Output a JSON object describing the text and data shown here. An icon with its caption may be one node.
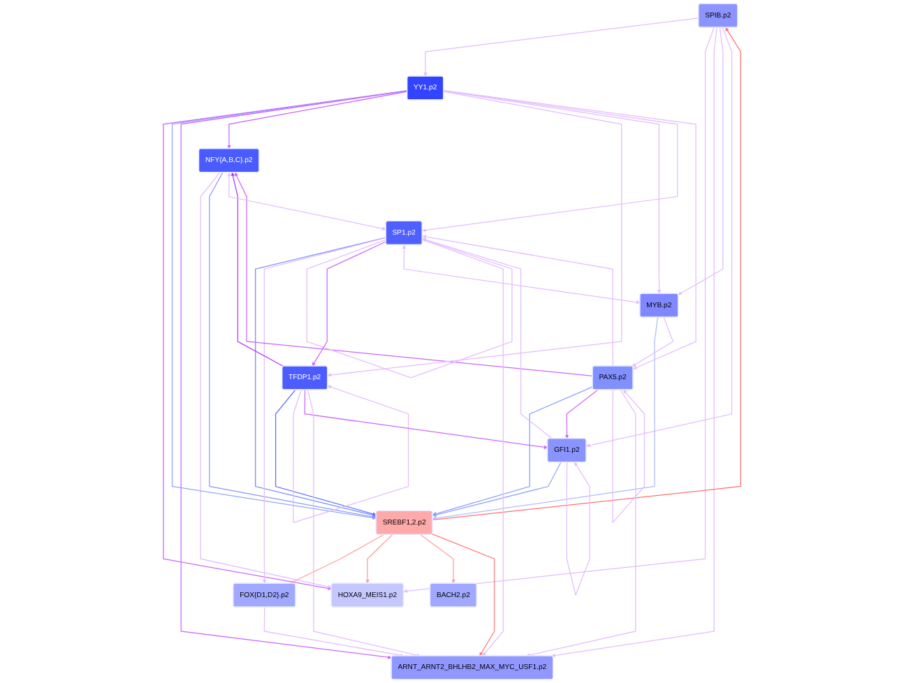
{
  "diagram": {
    "nodes": [
      {
        "text": [
          "SPIB.p2"
        ]
      },
      {
        "text": [
          "FOX{D1,D2}.p2"
        ]
      },
      {
        "text": [
          "BACH2.p2"
        ]
      },
      {
        "text": [
          "HOXA9_MEIS1.p2"
        ]
      },
      {
        "text": [
          "YY1.p2"
        ]
      },
      {
        "text": [
          "ARNT_ARNT2_BHLHB2_MAX_MYC_USF1.p2"
        ]
      },
      {
        "text": [
          "SREBF1,2.p2"
        ]
      },
      {
        "text": [
          "NFY{A,B,C}.p2"
        ]
      },
      {
        "text": [
          "PAX5.p2"
        ]
      },
      {
        "text": [
          "SP1.p2"
        ]
      },
      {
        "text": [
          "GFI1.p2"
        ]
      },
      {
        "text": [
          "MYB.p2"
        ]
      },
      {
        "text": [
          "TFDP1.p2"
        ]
      }
    ],
    "edges": [
      {
        "from": 0,
        "to": 4,
        "arrow": "to"
      },
      {
        "from": 0,
        "to": 3,
        "arrow": "to"
      },
      {
        "from": 0,
        "to": 5,
        "arrow": "to"
      },
      {
        "from": 0,
        "to": 11,
        "arrow": "to"
      },
      {
        "from": 0,
        "to": 10,
        "arrow": "to"
      },
      {
        "from": 4,
        "to": 3,
        "arrow": "to",
        "color": "#cc66ff"
      },
      {
        "from": 7,
        "to": 3,
        "arrow": "to"
      },
      {
        "from": 6,
        "to": 0,
        "arrow": "to",
        "color": "#ff7070"
      },
      {
        "from": 6,
        "to": 1,
        "arrow": "to",
        "color": "#ff9e9e"
      },
      {
        "from": 6,
        "to": 3,
        "arrow": "to",
        "color": "#ff9e9e"
      },
      {
        "from": 6,
        "to": 2,
        "arrow": "to",
        "color": "#ff9e9e"
      },
      {
        "from": 6,
        "to": 5,
        "arrow": "to",
        "color": "#ff7c7c"
      },
      {
        "from": 4,
        "to": 6,
        "arrow": "to",
        "color": "#94a4ff"
      },
      {
        "from": 7,
        "to": 6,
        "arrow": "to",
        "color": "#8c9cff"
      },
      {
        "from": 9,
        "to": 6,
        "arrow": "to",
        "color": "#7088ff"
      },
      {
        "from": 11,
        "to": 6,
        "arrow": "to",
        "color": "#b0bcff"
      },
      {
        "from": 12,
        "to": 6,
        "arrow": "to",
        "color": "#6070ff"
      },
      {
        "from": 10,
        "to": 6,
        "arrow": "to",
        "color": "#94a4ff"
      },
      {
        "from": 8,
        "to": 6,
        "arrow": "to",
        "color": "#8c9cff"
      },
      {
        "from": 4,
        "to": 5,
        "arrow": "to",
        "color": "#cc66ff"
      },
      {
        "from": 4,
        "to": 7,
        "arrow": "to",
        "color": "#cc66ff"
      },
      {
        "from": 1,
        "to": 5,
        "arrow": "to"
      },
      {
        "from": 9,
        "to": 1,
        "arrow": "to"
      },
      {
        "from": 8,
        "to": 7,
        "arrow": "to",
        "color": "#cc66ff"
      },
      {
        "from": 8,
        "to": 10,
        "arrow": "to",
        "color": "#cc66ff"
      },
      {
        "from": 8,
        "to": 9,
        "arrow": "to"
      },
      {
        "from": 8,
        "to": 8,
        "arrow": "to"
      },
      {
        "from": 8,
        "to": 5,
        "arrow": "to"
      },
      {
        "from": 9,
        "to": 9,
        "arrow": "to"
      },
      {
        "from": 10,
        "to": 10,
        "arrow": "to"
      },
      {
        "from": 12,
        "to": 12,
        "arrow": "to"
      },
      {
        "from": 12,
        "to": 7,
        "arrow": "to",
        "color": "#bb33ff"
      },
      {
        "from": 12,
        "to": 10,
        "arrow": "to",
        "color": "#cc66ff"
      },
      {
        "from": 12,
        "to": 5,
        "arrow": "to"
      },
      {
        "from": 9,
        "to": 12,
        "arrow": "to",
        "color": "#cc66ff"
      },
      {
        "from": 10,
        "to": 9,
        "arrow": "to"
      },
      {
        "from": 7,
        "to": 9,
        "arrow": "both"
      },
      {
        "from": 9,
        "to": 11,
        "arrow": "both"
      },
      {
        "from": 4,
        "to": 12,
        "arrow": "to"
      },
      {
        "from": 4,
        "to": 11,
        "arrow": "to"
      },
      {
        "from": 4,
        "to": 9,
        "arrow": "to"
      },
      {
        "from": 4,
        "to": 8,
        "arrow": "to"
      },
      {
        "from": 9,
        "to": 5,
        "arrow": "to"
      },
      {
        "from": 11,
        "to": 8,
        "arrow": "to"
      }
    ]
  }
}
